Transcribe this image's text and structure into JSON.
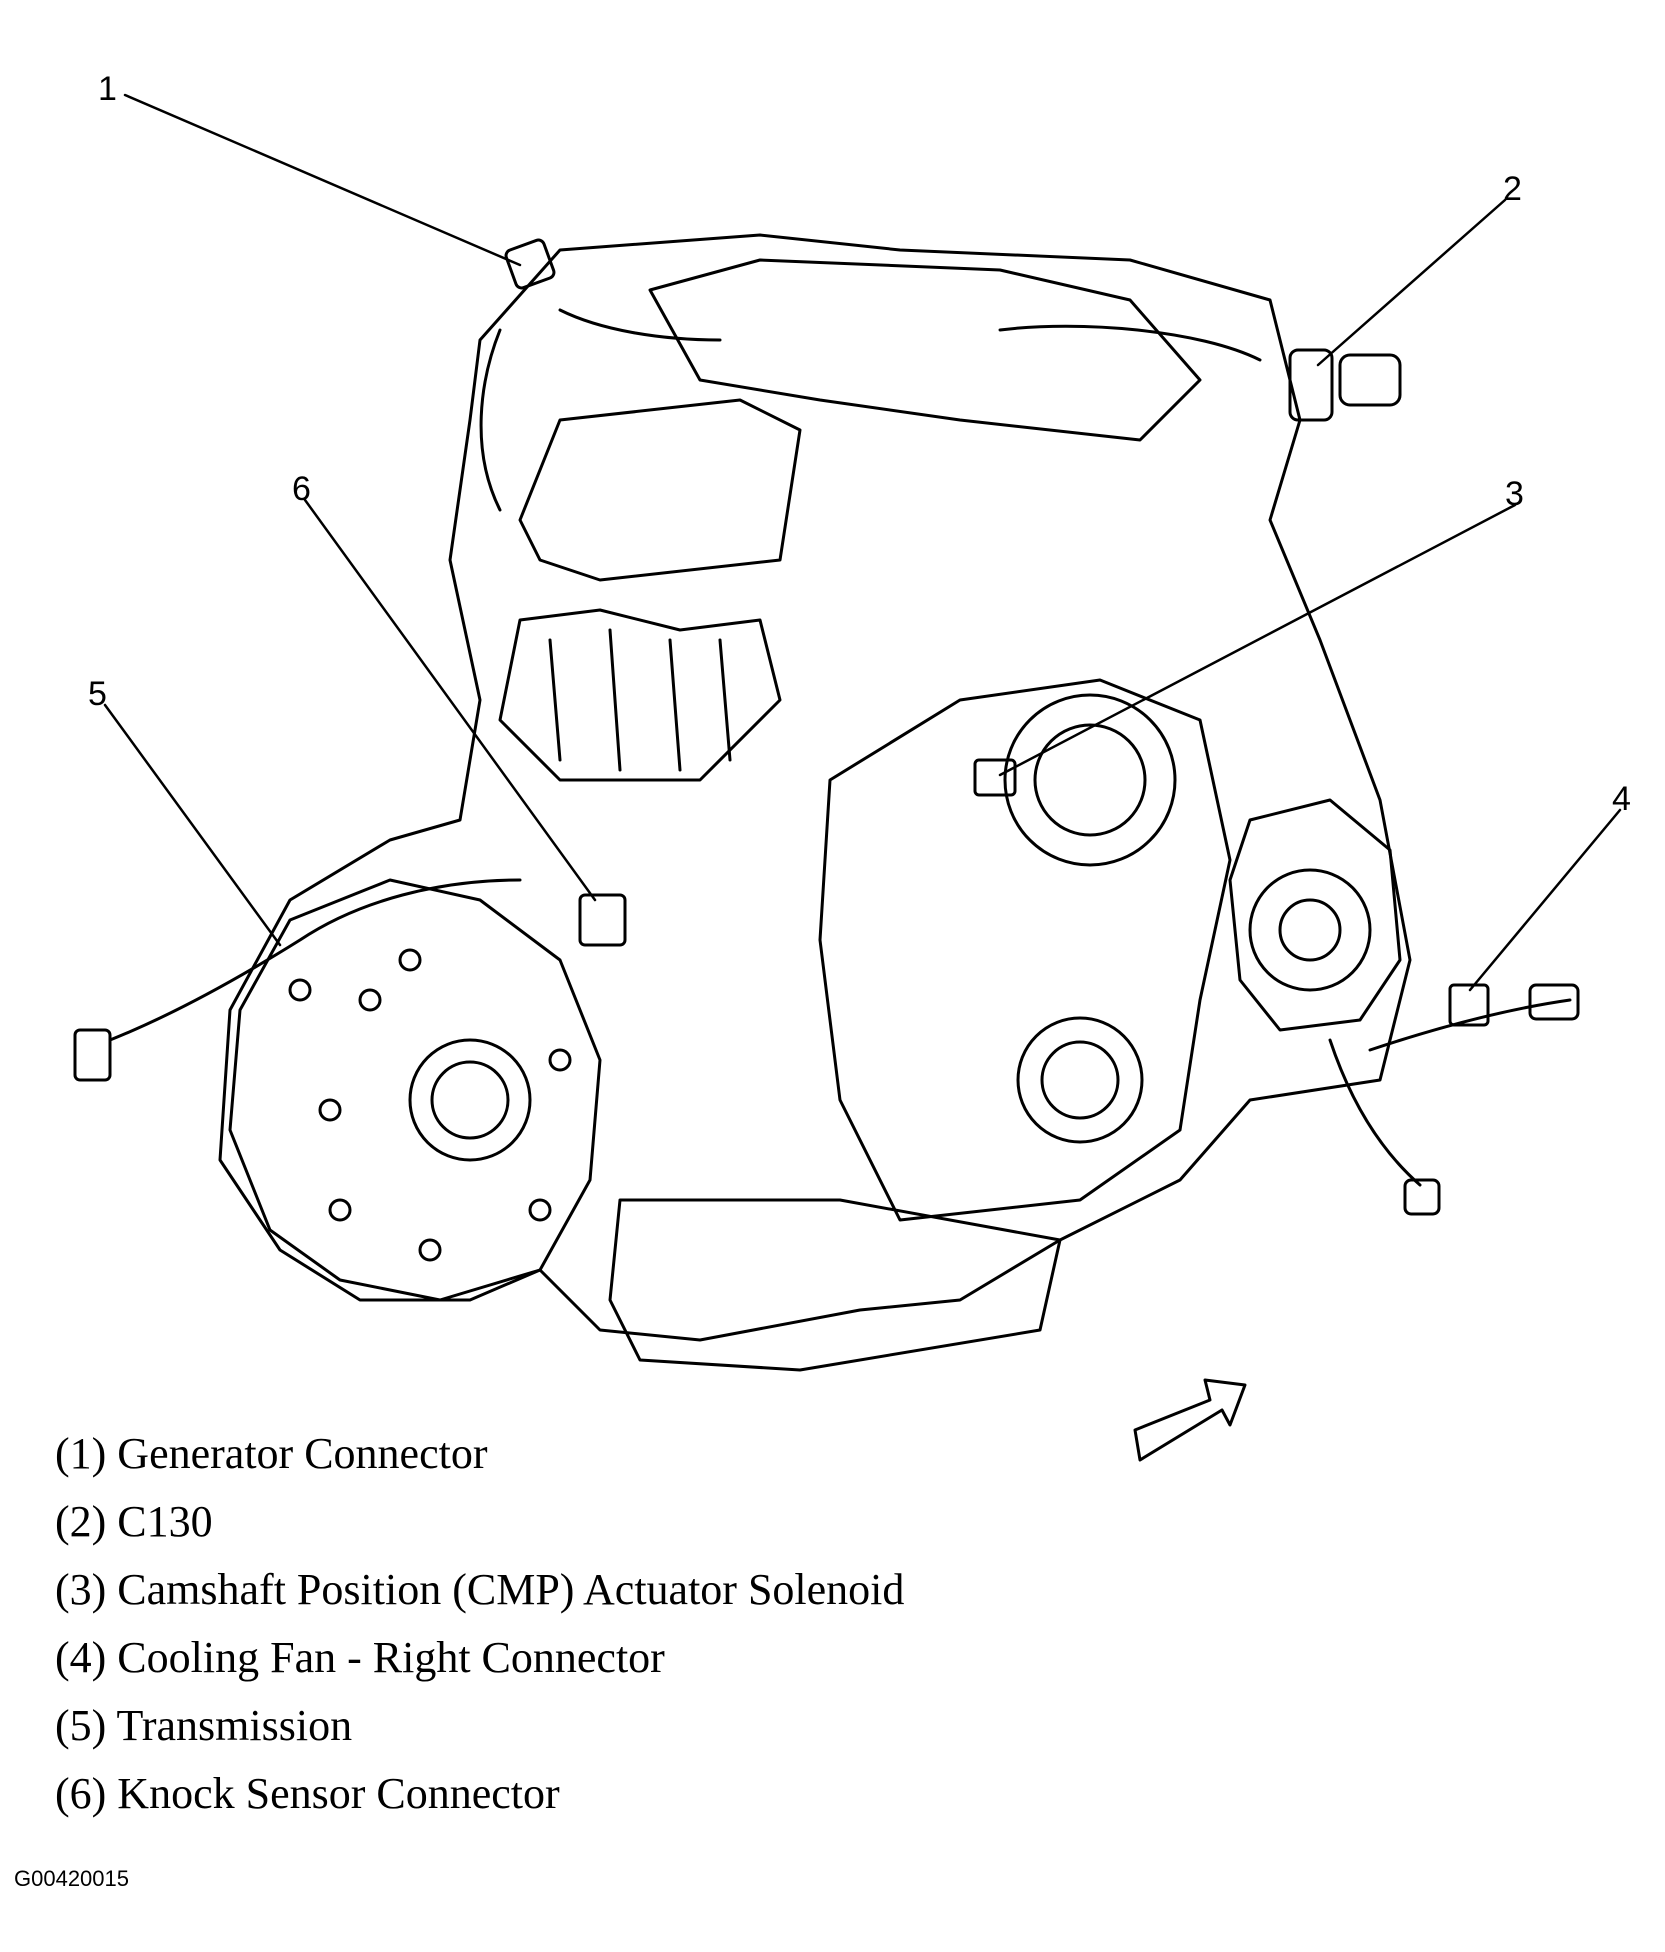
{
  "callouts": [
    {
      "number": "1",
      "label": "(1) Generator Connector"
    },
    {
      "number": "2",
      "label": "(2) C130"
    },
    {
      "number": "3",
      "label": "(3) Camshaft Position (CMP) Actuator Solenoid"
    },
    {
      "number": "4",
      "label": "(4) Cooling Fan - Right Connector"
    },
    {
      "number": "5",
      "label": "(5) Transmission"
    },
    {
      "number": "6",
      "label": "(6) Knock Sensor Connector"
    }
  ],
  "figure_id": "G00420015",
  "colors": {
    "line": "#000000",
    "background": "#ffffff"
  }
}
